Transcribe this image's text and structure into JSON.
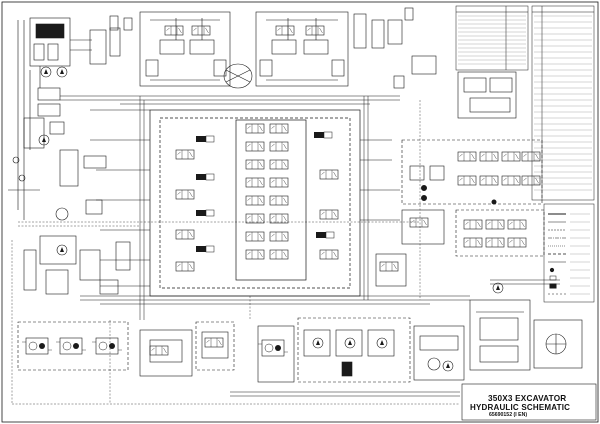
{
  "title_block": {
    "line1": "350X3 EXCAVATOR",
    "line2": "HYDRAULIC SCHEMATIC",
    "line3": "65690152 (I EN)"
  },
  "colors": {
    "ink": "#1a1a1a",
    "paper": "#ffffff"
  }
}
